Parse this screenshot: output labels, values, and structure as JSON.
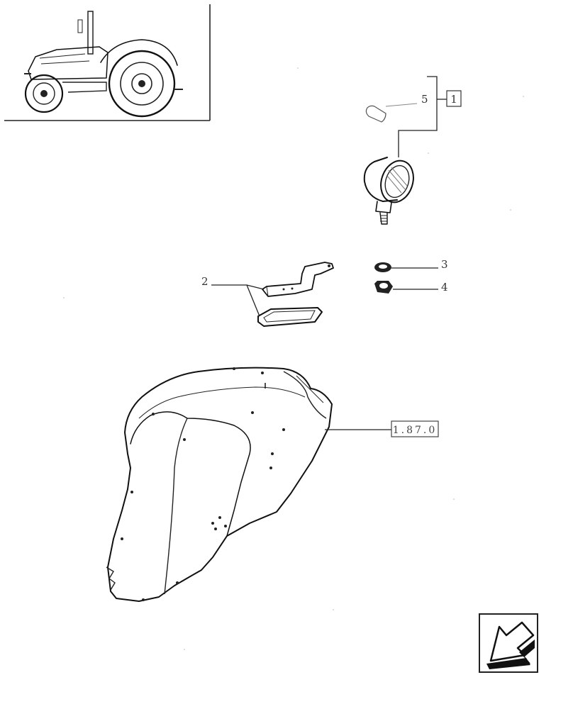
{
  "callouts": {
    "item2": "2",
    "item3": "3",
    "item4": "4",
    "item5": "5"
  },
  "refs": {
    "group": "1",
    "section": "1.87.0"
  },
  "icons": {
    "thumbnail": "tractor-thumbnail-icon",
    "navigation": "back-arrow-icon"
  }
}
